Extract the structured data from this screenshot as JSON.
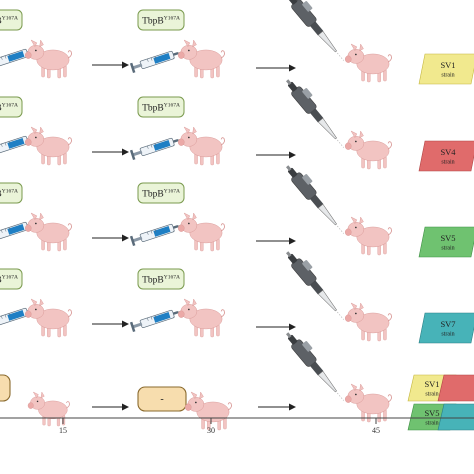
{
  "figure": {
    "antigen": {
      "base": "TbpB",
      "superscript": "Y167A"
    },
    "control_label": "-",
    "colors": {
      "antigen_box_fill": "#eaf4d8",
      "antigen_box_stroke": "#7a9a4e",
      "control_box_fill": "#f7ddae",
      "control_box_stroke": "#8a6a2e",
      "pig": "#f2c4c2",
      "syringe_fluid": "#1f7fc4",
      "arrow": "#222222"
    },
    "rows": [
      {
        "id": "sv1",
        "group": "vaccinated",
        "challenge": [
          {
            "label": "SV1",
            "sub": "strain",
            "color": "#f1e98e",
            "stroke": "#c4b63e"
          }
        ]
      },
      {
        "id": "sv4",
        "group": "vaccinated",
        "challenge": [
          {
            "label": "SV4",
            "sub": "strain",
            "color": "#e06b6b",
            "stroke": "#b04444"
          }
        ]
      },
      {
        "id": "sv5",
        "group": "vaccinated",
        "challenge": [
          {
            "label": "SV5",
            "sub": "strain",
            "color": "#6fc270",
            "stroke": "#3f8f44"
          }
        ]
      },
      {
        "id": "sv7",
        "group": "vaccinated",
        "challenge": [
          {
            "label": "SV7",
            "sub": "strain",
            "color": "#47b3b8",
            "stroke": "#2a7f85"
          }
        ]
      },
      {
        "id": "control",
        "group": "control",
        "challenge": [
          {
            "label": "SV1",
            "sub": "strain",
            "color": "#f1e98e",
            "stroke": "#c4b63e"
          },
          {
            "label": "SV5",
            "sub": "strain",
            "color": "#6fc270",
            "stroke": "#3f8f44"
          },
          {
            "label": "",
            "sub": "",
            "color": "#e06b6b",
            "stroke": "#b04444"
          },
          {
            "label": "",
            "sub": "",
            "color": "#47b3b8",
            "stroke": "#2a7f85"
          }
        ]
      }
    ],
    "timeline": {
      "ticks": [
        "15",
        "30",
        "45"
      ]
    }
  }
}
